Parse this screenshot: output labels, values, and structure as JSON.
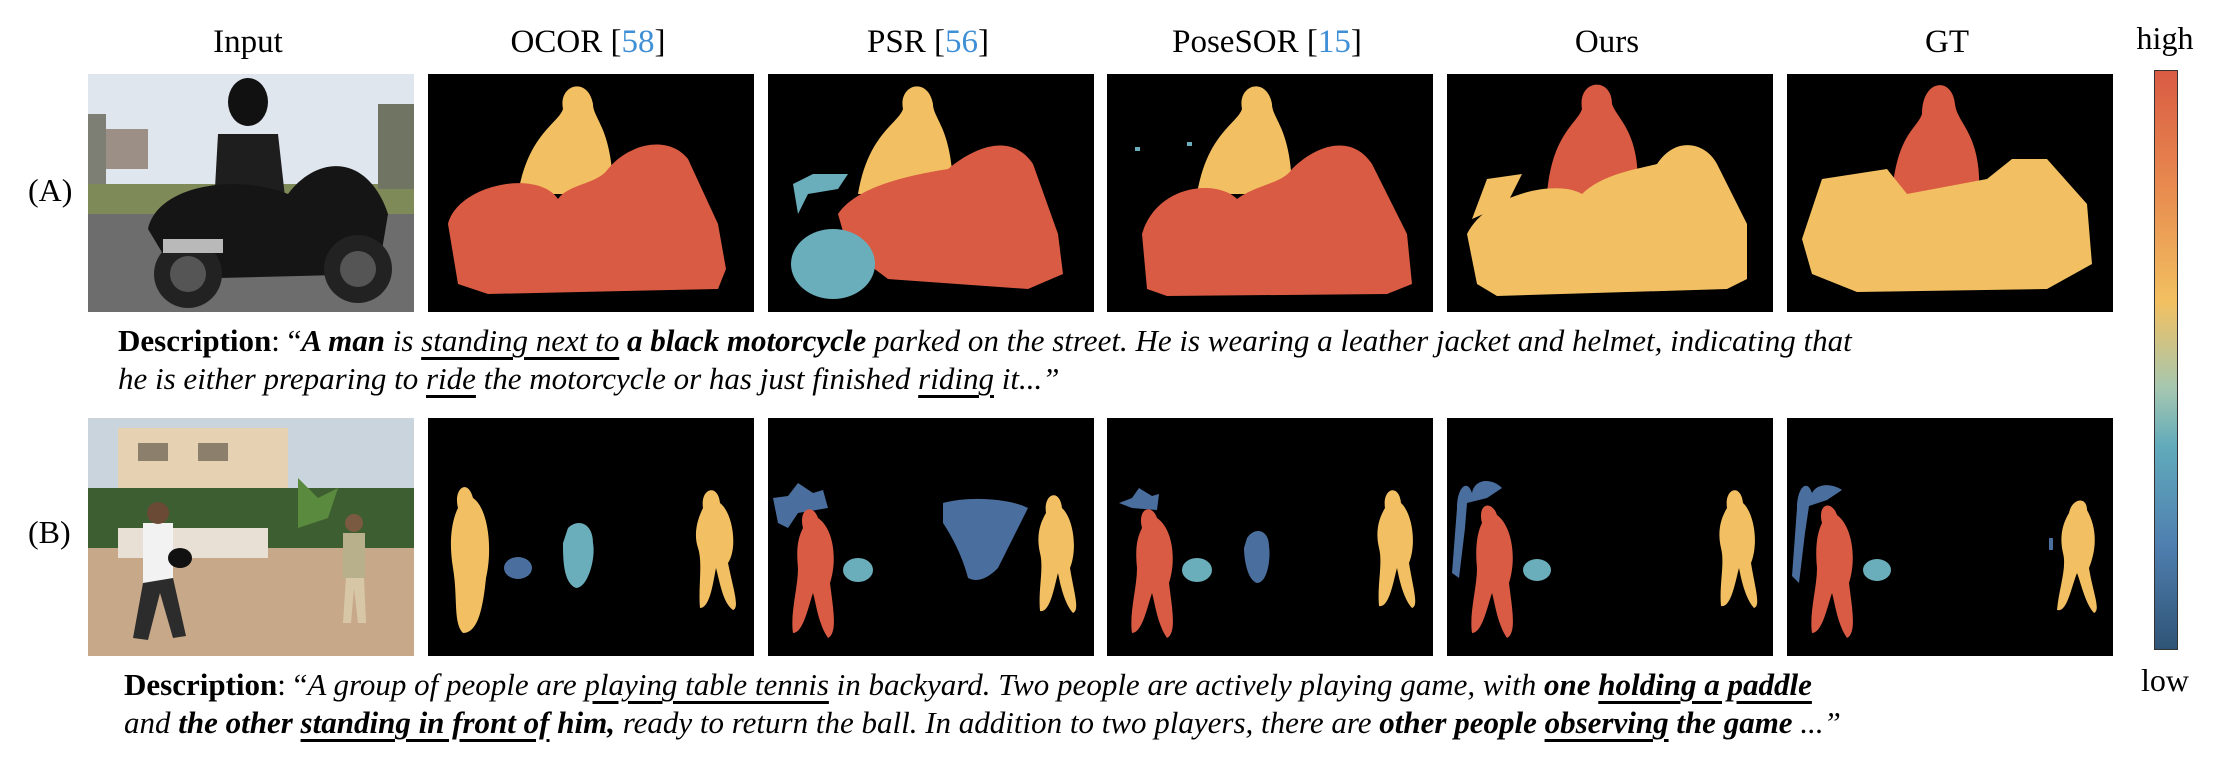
{
  "columns": [
    {
      "name": "Input",
      "ref": ""
    },
    {
      "name": "OCOR [",
      "ref": "58",
      "close": "]"
    },
    {
      "name": "PSR [",
      "ref": "56",
      "close": "]"
    },
    {
      "name": "PoseSOR [",
      "ref": "15",
      "close": "]"
    },
    {
      "name": "Ours",
      "ref": ""
    },
    {
      "name": "GT",
      "ref": ""
    }
  ],
  "rows": [
    {
      "label": "(A)"
    },
    {
      "label": "(B)"
    }
  ],
  "description_label": "Description",
  "desc_a": {
    "open": ": “",
    "p1": "A man",
    "p2": " is ",
    "p3": "standing next to",
    "p4": " ",
    "p5": "a black motorcycle",
    "p6": " parked on the street. He is wearing a leather jacket and helmet, indicating that",
    "p7": "he is either preparing to ",
    "p8": "ride",
    "p9": " the motorcycle or has just finished ",
    "p10": "riding",
    "p11": " it...”"
  },
  "desc_b": {
    "open": ": “",
    "p1": "A group of people are ",
    "p2": "playing table tennis",
    "p3": " in backyard. Two people are actively playing game, with ",
    "p4": "one ",
    "p5": "holding a paddle",
    "p6": "and ",
    "p7": "the other ",
    "p8": "standing in front of",
    "p9": " him,",
    "p10": " ready to return the ball. In addition to two players, there are ",
    "p11": "other people ",
    "p12": "observing",
    "p13": " the game",
    "p14": " ...”"
  },
  "legend": {
    "high": "high",
    "low": "low"
  },
  "colors": {
    "red": "#d95b43",
    "yellow": "#f2c062",
    "teal": "#6aadbb",
    "blue": "#4a6e9e",
    "black": "#000000"
  }
}
